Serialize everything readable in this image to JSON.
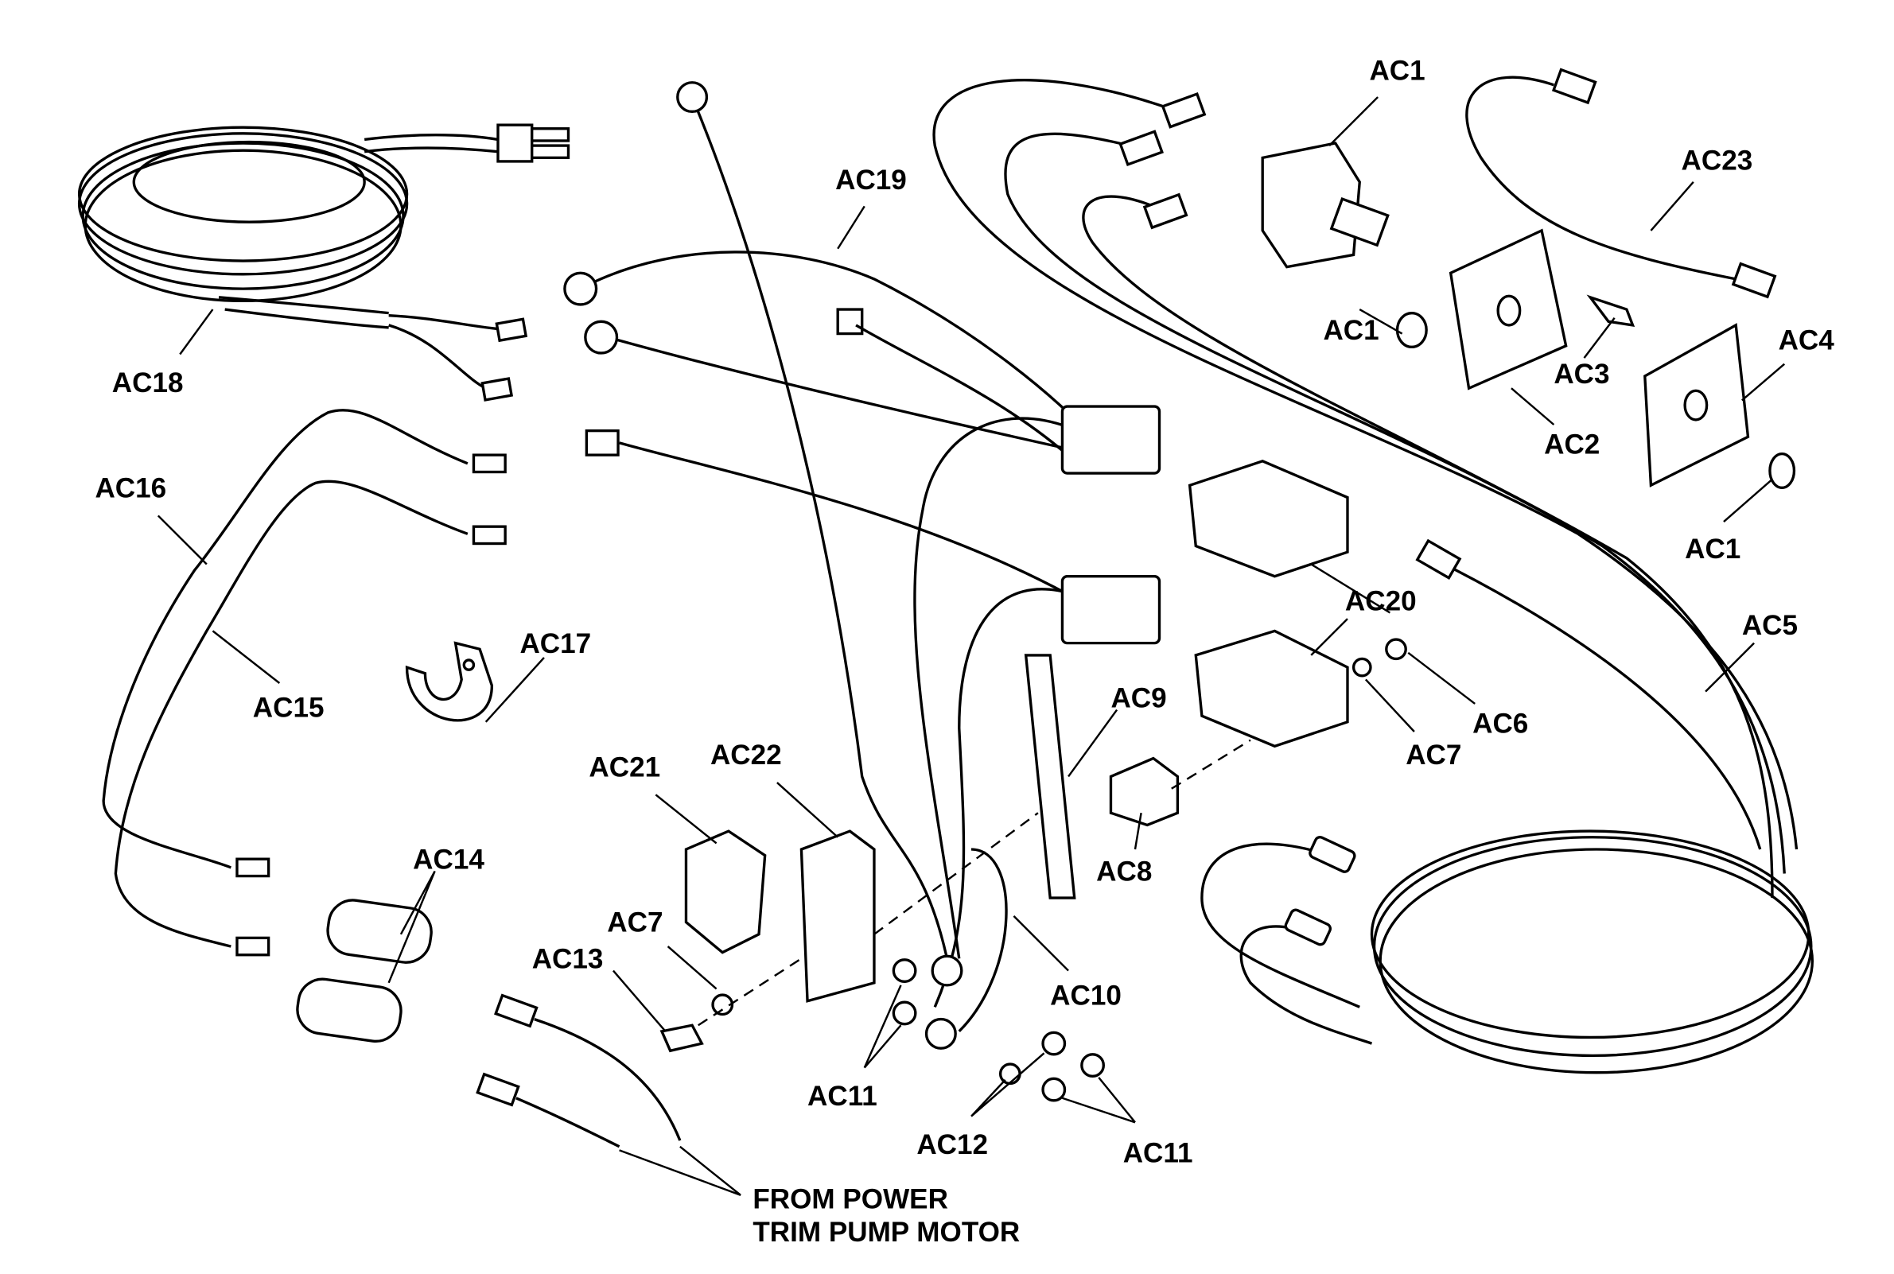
{
  "diagram": {
    "labels": {
      "ac1_top": "AC1",
      "ac23": "AC23",
      "ac19": "AC19",
      "ac1_nut": "AC1",
      "ac3": "AC3",
      "ac4": "AC4",
      "ac18": "AC18",
      "ac2": "AC2",
      "ac16": "AC16",
      "ac1_washer": "AC1",
      "ac20": "AC20",
      "ac17": "AC17",
      "ac5": "AC5",
      "ac9": "AC9",
      "ac15": "AC15",
      "ac6": "AC6",
      "ac21": "AC21",
      "ac22": "AC22",
      "ac7_right": "AC7",
      "ac14": "AC14",
      "ac8": "AC8",
      "ac7_left": "AC7",
      "ac13": "AC13",
      "ac10": "AC10",
      "ac11_left": "AC11",
      "ac12": "AC12",
      "ac11_right": "AC11"
    },
    "note_line1": "FROM POWER",
    "note_line2": "TRIM PUMP MOTOR"
  }
}
